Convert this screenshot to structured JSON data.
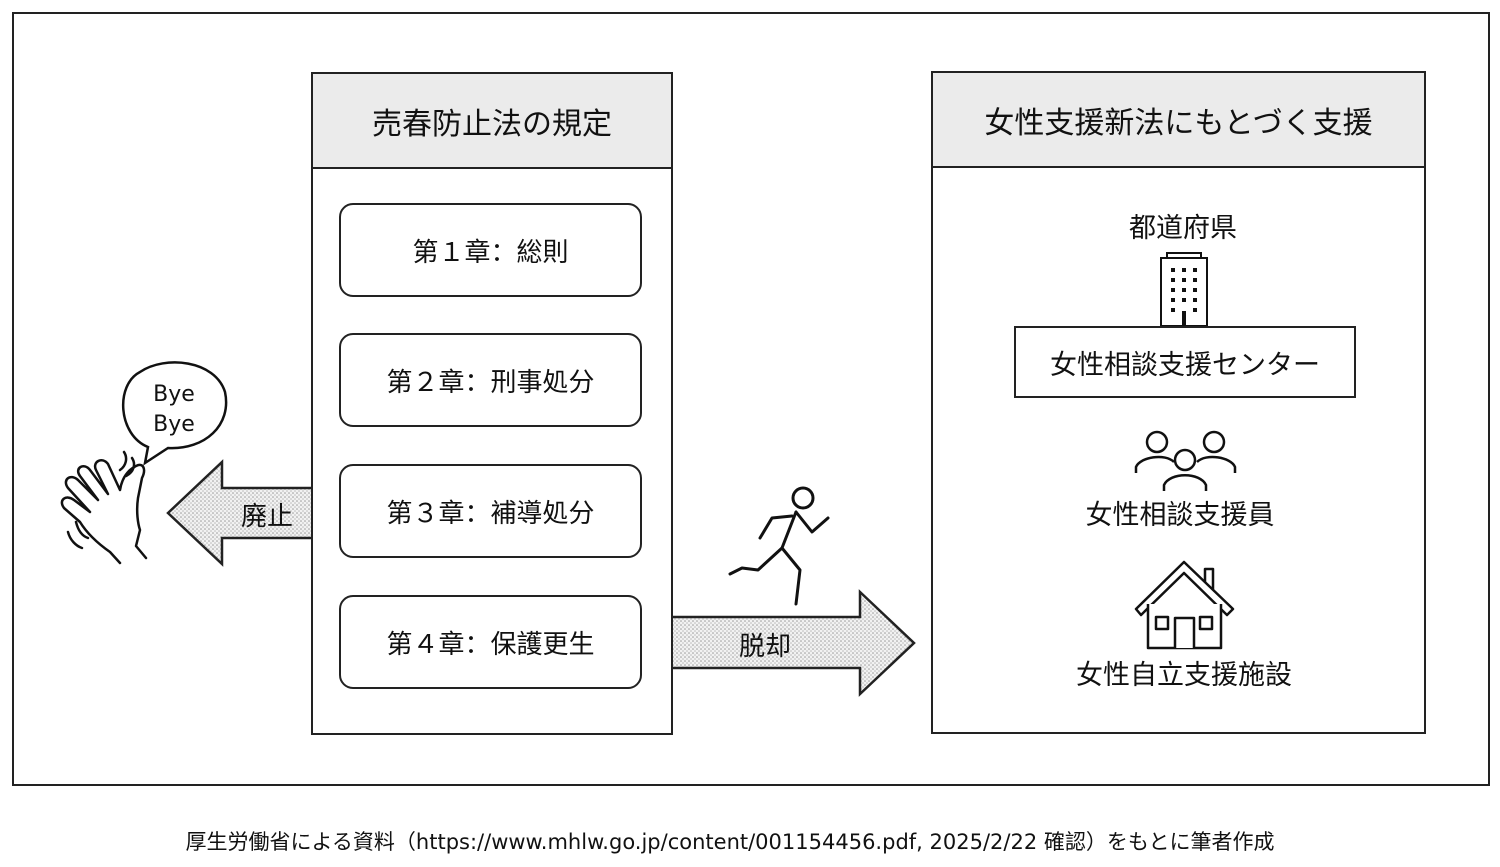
{
  "left_panel": {
    "title": "売春防止法の規定",
    "chapters": [
      "第１章：総則",
      "第２章：刑事処分",
      "第３章：補導処分",
      "第４章：保護更生"
    ]
  },
  "right_panel": {
    "title": "女性支援新法にもとづく支援",
    "prefecture": "都道府県",
    "center": "女性相談支援センター",
    "staff": "女性相談支援員",
    "facility": "女性自立支援施設"
  },
  "arrows": {
    "abolish": "廃止",
    "escape": "脱却"
  },
  "bubble": {
    "line1": "Bye",
    "line2": "Bye"
  },
  "caption": "厚生労働省による資料（https://www.mhlw.go.jp/content/001154456.pdf, 2025/2/22 確認）をもとに筆者作成",
  "colors": {
    "header_bg": "#ebebeb",
    "line": "#222222"
  }
}
